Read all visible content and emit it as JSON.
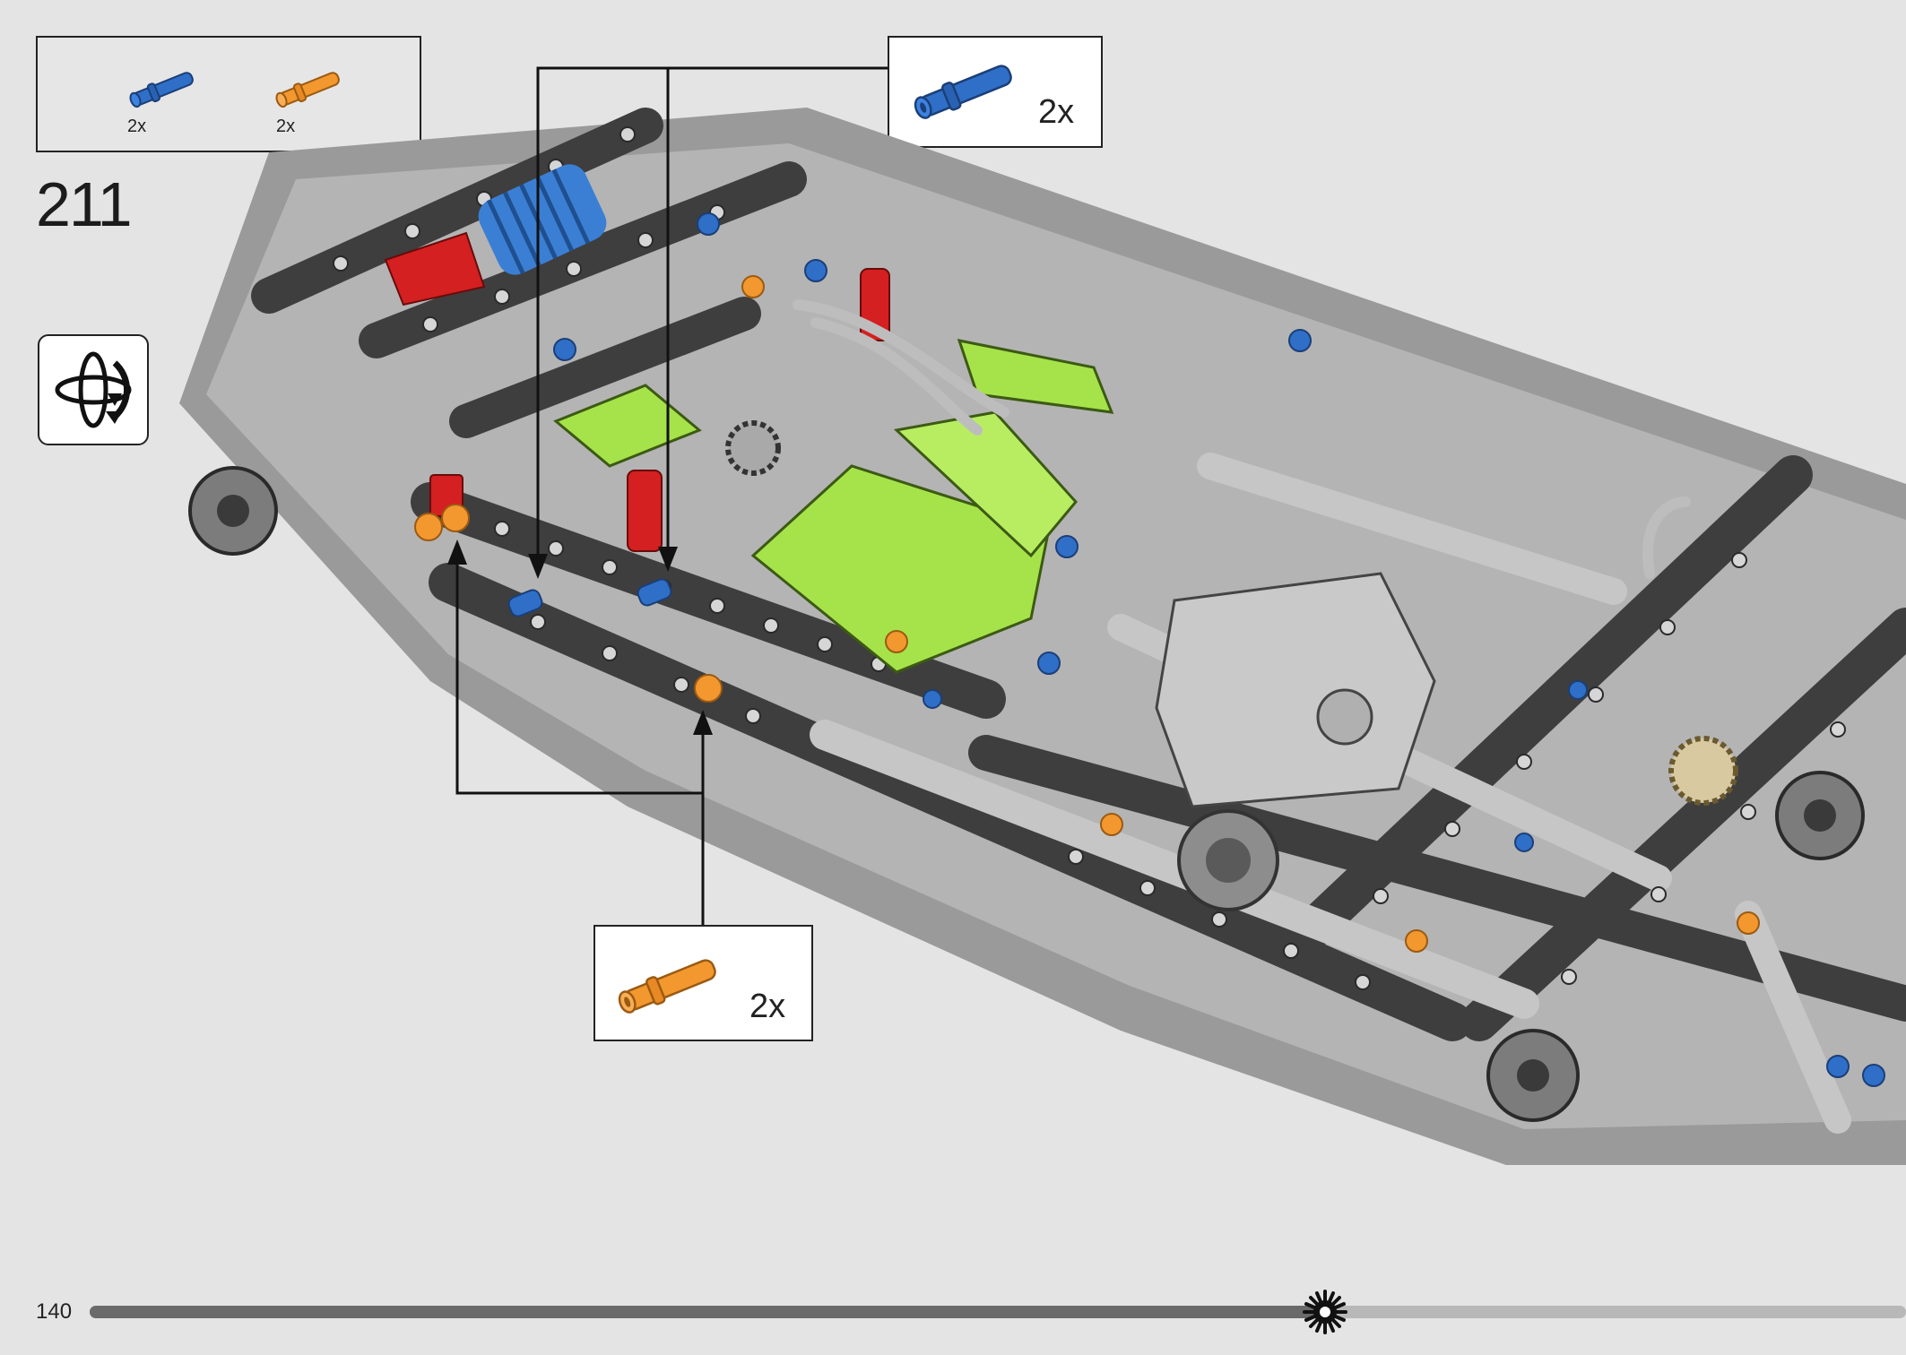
{
  "parts_list": {
    "items": [
      {
        "part": "blue-pin-icon",
        "quantity": "2x",
        "color": "#2f6fc8"
      },
      {
        "part": "orange-pin-icon",
        "quantity": "2x",
        "color": "#f2982f"
      }
    ]
  },
  "step": {
    "number": "211"
  },
  "rotate_model": {
    "icon": "rotate-icon"
  },
  "callouts": [
    {
      "part": "blue-pin-icon",
      "quantity": "2x",
      "color": "#2f6fc8"
    },
    {
      "part": "orange-pin-icon",
      "quantity": "2x",
      "color": "#f2982f"
    }
  ],
  "footer": {
    "page_number": "140",
    "progress_fraction": 0.68,
    "progress_icon": "gear-icon"
  },
  "colors": {
    "background": "#e4e4e4",
    "lime": "#a6e34a",
    "dark_gray": "#4a4a4a",
    "light_gray": "#a6a6a6",
    "red": "#d42020",
    "blue": "#2f6fc8",
    "orange": "#f2982f"
  }
}
